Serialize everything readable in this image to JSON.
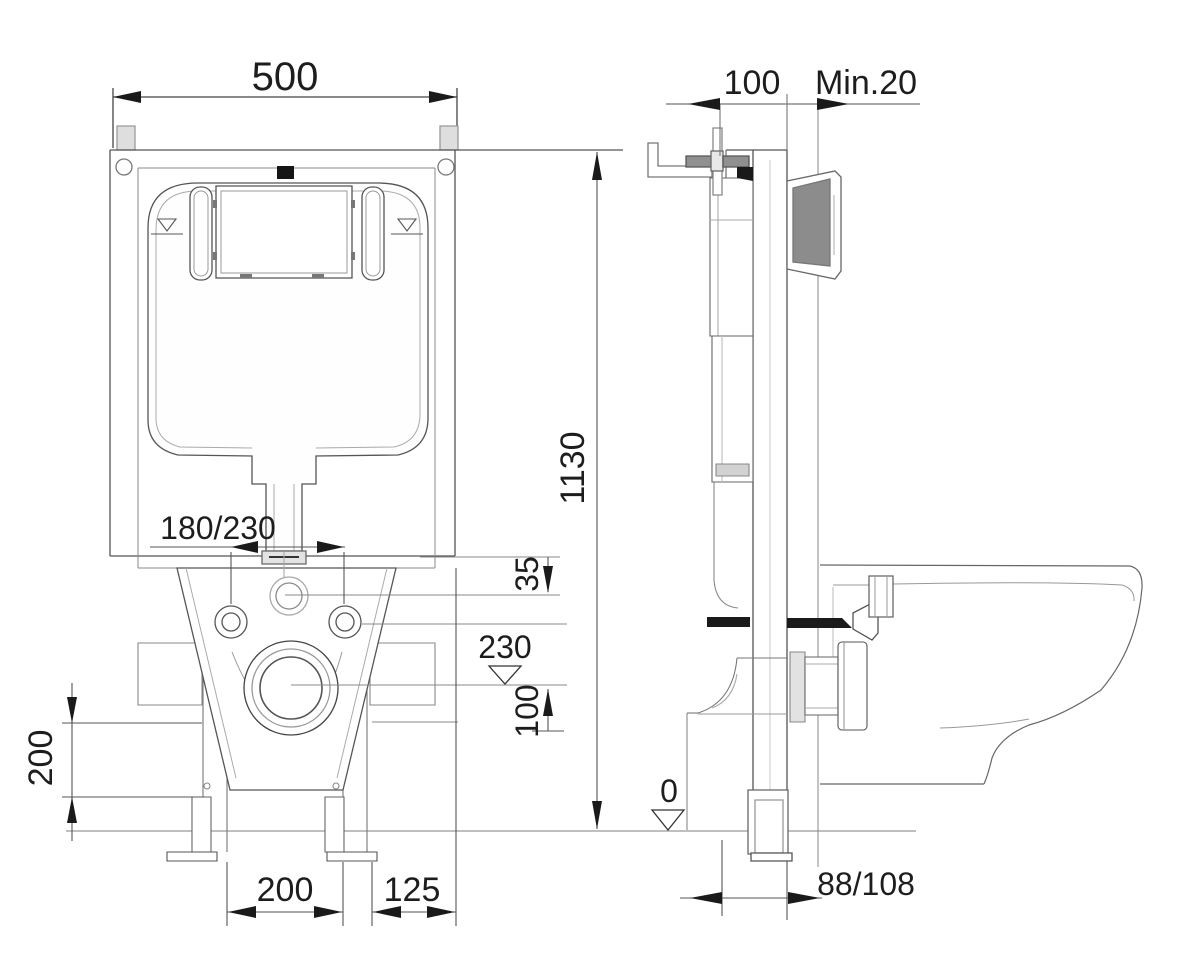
{
  "drawing": {
    "kind": "installation-diagram",
    "line_color": "#555555",
    "accent_black": "#1a1a1a",
    "plate_gray": "#8c8c8c"
  },
  "front_view": {
    "width_label": "500",
    "height_label": "1130",
    "bolt_spacing_label": "180/230",
    "supply_offset_label": "35",
    "drain_level_label": "230",
    "drain_drop_label": "100",
    "adjust_height_label": "200",
    "leg_spacing_label": "200",
    "edge_offset_label": "125"
  },
  "side_view": {
    "frame_depth_label": "100",
    "panel_min_label": "Min.20",
    "floor_level_label": "0",
    "outlet_distance_label": "88/108"
  }
}
